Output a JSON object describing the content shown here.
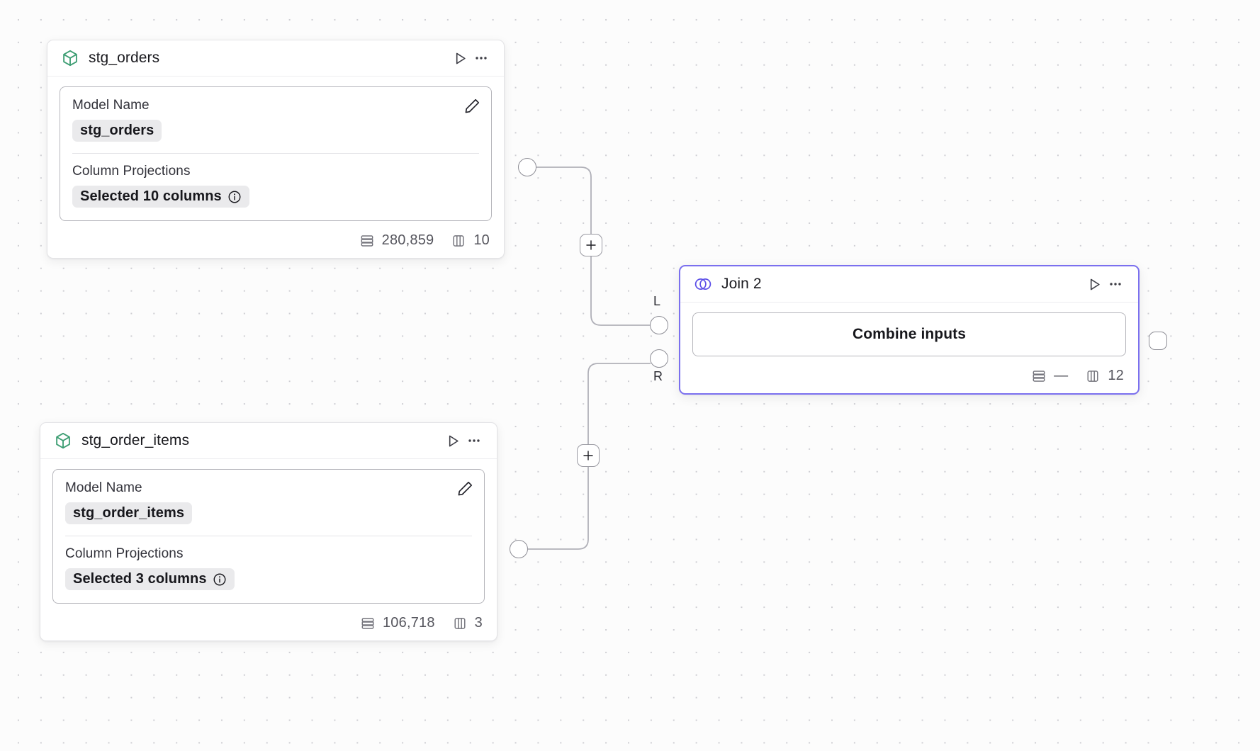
{
  "canvas": {
    "background_color": "#fcfcfc",
    "grid_dot_color": "#cfcfd4"
  },
  "nodes": [
    {
      "id": "stg_orders",
      "type": "model",
      "icon": "cube-icon",
      "icon_color": "#3c9d72",
      "title": "stg_orders",
      "play_label": "Run",
      "menu_label": "More options",
      "fields": [
        {
          "label": "Model Name",
          "value": "stg_orders",
          "has_info": false
        },
        {
          "label": "Column Projections",
          "value": "Selected 10 columns",
          "has_info": true
        }
      ],
      "footer": {
        "rows_label": "280,859",
        "columns_label": "10"
      }
    },
    {
      "id": "stg_order_items",
      "type": "model",
      "icon": "cube-icon",
      "icon_color": "#3c9d72",
      "title": "stg_order_items",
      "play_label": "Run",
      "menu_label": "More options",
      "fields": [
        {
          "label": "Model Name",
          "value": "stg_order_items",
          "has_info": false
        },
        {
          "label": "Column Projections",
          "value": "Selected 3 columns",
          "has_info": true
        }
      ],
      "footer": {
        "rows_label": "106,718",
        "columns_label": "3"
      }
    },
    {
      "id": "join_2",
      "type": "join",
      "icon": "venn-join-icon",
      "icon_color": "#5b4ee8",
      "accent_color": "#7b70ef",
      "title": "Join 2",
      "play_label": "Run",
      "menu_label": "More options",
      "action_button": "Combine inputs",
      "input_ports": [
        {
          "key": "L",
          "label": "L"
        },
        {
          "key": "R",
          "label": "R"
        }
      ],
      "footer": {
        "rows_label": "—",
        "columns_label": "12"
      }
    }
  ],
  "edges": [
    {
      "id": "edge-orders-to-join-left",
      "from": "stg_orders",
      "to": "join_2",
      "to_port": "L",
      "add_button_label": "+"
    },
    {
      "id": "edge-order-items-to-join-right",
      "from": "stg_order_items",
      "to": "join_2",
      "to_port": "R",
      "add_button_label": "+"
    }
  ],
  "icons": {
    "play": "play-icon",
    "menu": "ellipsis-icon",
    "edit": "pencil-icon",
    "info": "info-icon",
    "rows": "rows-icon",
    "columns": "columns-icon",
    "add": "plus-icon"
  }
}
